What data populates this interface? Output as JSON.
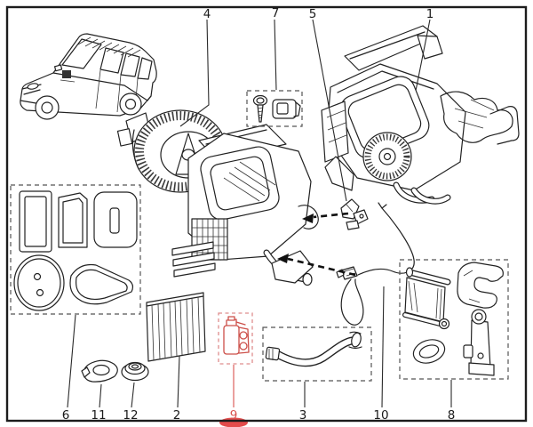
{
  "diagram": {
    "type": "exploded-parts-diagram",
    "subject": "HVAC heater and ventilation unit with blower motor, cabin filter, seals, hoses and evaporator kit; station wagon vehicle shown top-left",
    "background_color": "#ffffff",
    "line_color": "#222222",
    "frame_color": "#1c1c1c",
    "highlight_color": "#d9534f",
    "highlight_marker_color": "#e34b4b",
    "selected_callout": "9"
  },
  "callouts": [
    {
      "label": "4",
      "position": "top",
      "part": "blower-motor",
      "highlighted": false
    },
    {
      "label": "7",
      "position": "top",
      "part": "fastener-kit-screw-and-clip",
      "highlighted": false
    },
    {
      "label": "5",
      "position": "top",
      "part": "actuator-sensor",
      "highlighted": false
    },
    {
      "label": "1",
      "position": "top",
      "part": "hvac-assembly",
      "highlighted": false
    },
    {
      "label": "6",
      "position": "bottom",
      "part": "seal-gasket-kit",
      "highlighted": false
    },
    {
      "label": "11",
      "position": "bottom",
      "part": "grommet-teardrop",
      "highlighted": false
    },
    {
      "label": "12",
      "position": "bottom",
      "part": "grommet-round",
      "highlighted": false
    },
    {
      "label": "2",
      "position": "bottom",
      "part": "cabin-air-filter",
      "highlighted": false
    },
    {
      "label": "9",
      "position": "bottom",
      "part": "expansion-valve",
      "highlighted": true
    },
    {
      "label": "3",
      "position": "bottom",
      "part": "heater-hose",
      "highlighted": false
    },
    {
      "label": "10",
      "position": "bottom",
      "part": "temperature-sensor-with-wire",
      "highlighted": false
    },
    {
      "label": "8",
      "position": "bottom",
      "part": "evaporator-core-kit",
      "highlighted": false
    }
  ]
}
